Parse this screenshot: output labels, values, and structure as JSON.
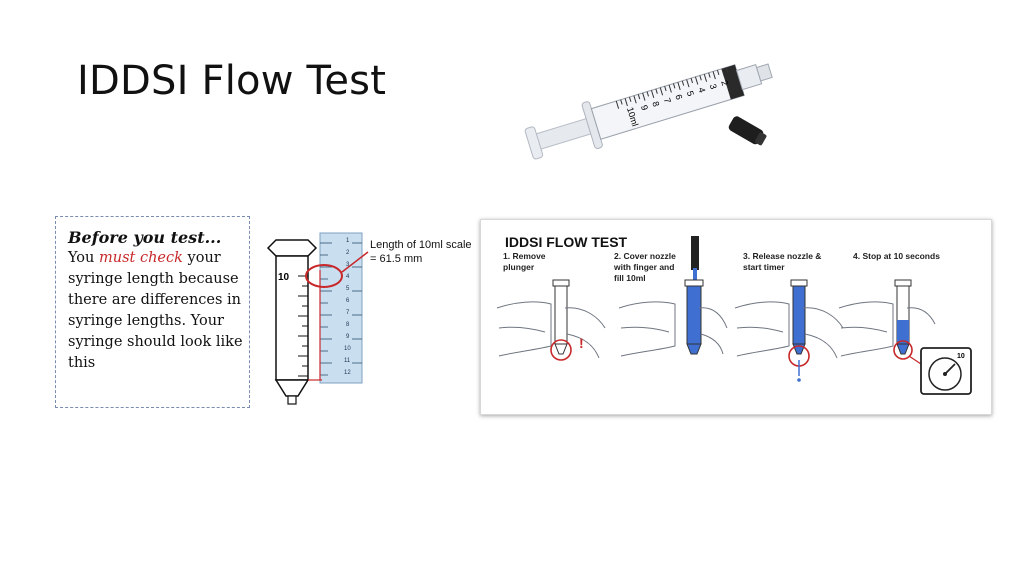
{
  "title": "IDDSI Flow Test",
  "syringe_photo": {
    "scale_marks": [
      "2",
      "3",
      "4",
      "5",
      "6",
      "7",
      "8",
      "9",
      "10ml"
    ]
  },
  "before_box": {
    "heading": "Before you test...",
    "line_you": "You",
    "must_check": "must check",
    "line_rest": "your syringe length because there are differences in syringe lengths. Your syringe should look like this"
  },
  "measurement": {
    "scale_label_line1": "Length of 10ml scale",
    "scale_label_line2": "= 61.5 mm",
    "syringe_mark": "10",
    "ruler_numbers": [
      "1",
      "2",
      "3",
      "4",
      "5",
      "6",
      "7",
      "8",
      "9",
      "10",
      "11",
      "12"
    ]
  },
  "flow_panel": {
    "title": "IDDSI FLOW TEST",
    "steps": [
      {
        "line1": "1. Remove",
        "line2": "plunger",
        "line3": ""
      },
      {
        "line1": "2. Cover nozzle",
        "line2": "with finger and",
        "line3": "fill 10ml"
      },
      {
        "line1": "3. Release nozzle &",
        "line2": "start timer",
        "line3": ""
      },
      {
        "line1": "4. Stop at 10 seconds",
        "line2": "",
        "line3": ""
      }
    ],
    "exclamation": "!",
    "timer_value": "10"
  },
  "colors": {
    "accent_red": "#c8282a",
    "liquid_blue": "#3f6fd0",
    "box_border": "#7a8db0",
    "ruler_blue": "#c9dff0"
  }
}
